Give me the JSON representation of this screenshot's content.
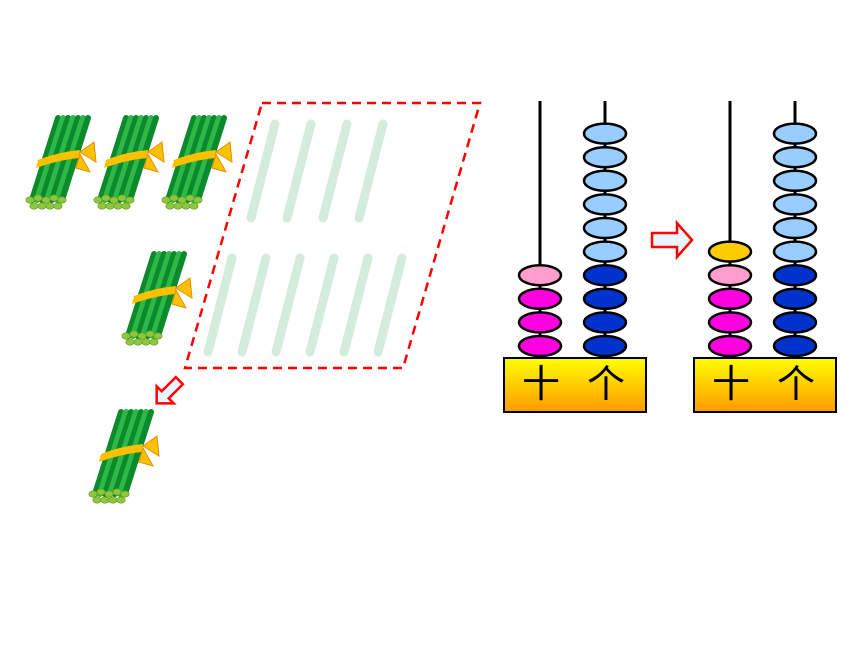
{
  "colors": {
    "stick_dark": "#0a8a2a",
    "stick_light": "#2fb84a",
    "stick_end": "#8fc63e",
    "ribbon": "#ffc000",
    "faded_stick": "#d4ecdc",
    "dashed_border": "#ff0000",
    "arrow_fill": "#e8f4ff",
    "arrow_stroke": "#ff0000",
    "bead_tens_top": "#ff9ecc",
    "bead_tens": "#ff00e0",
    "bead_ones_light": "#99ccff",
    "bead_ones_dark": "#0033cc",
    "bead_new": "#ffcc00",
    "base_top": "#ffff00",
    "base_bottom": "#ff9900"
  },
  "diagram": {
    "bundles_top_row": 3,
    "bundles_middle_row": 1,
    "loose_sticks_top_row": 4,
    "loose_sticks_middle_row": 6,
    "result_bundles": 1
  },
  "abacus_before": {
    "tens_label": "十",
    "ones_label": "个",
    "tens_beads": 4,
    "ones_beads": 10
  },
  "abacus_after": {
    "tens_label": "十",
    "ones_label": "个",
    "tens_beads": 5,
    "ones_beads": 10
  }
}
